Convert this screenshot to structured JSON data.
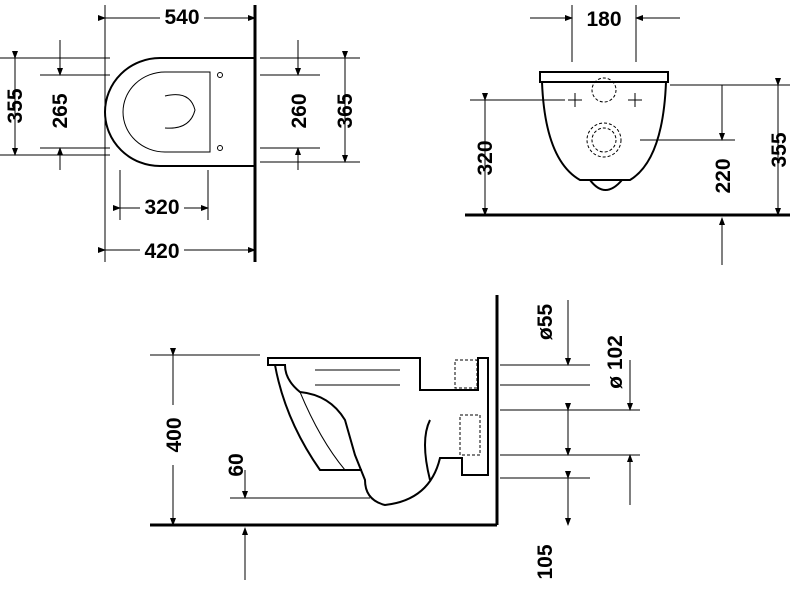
{
  "top_view": {
    "dims": {
      "width_total": "540",
      "height_outer_left": "355",
      "height_inner_left": "265",
      "height_inner_right": "260",
      "height_outer_right": "365",
      "bolt_spacing": "320",
      "depth": "420"
    }
  },
  "front_view": {
    "dims": {
      "width_top": "180",
      "height_left": "320",
      "height_mid": "220",
      "height_right": "355"
    }
  },
  "side_view": {
    "dims": {
      "outlet_diameter": "ø55",
      "inlet_diameter": "ø 102",
      "rim_height": "400",
      "water_level": "60",
      "floor_offset": "105"
    }
  }
}
